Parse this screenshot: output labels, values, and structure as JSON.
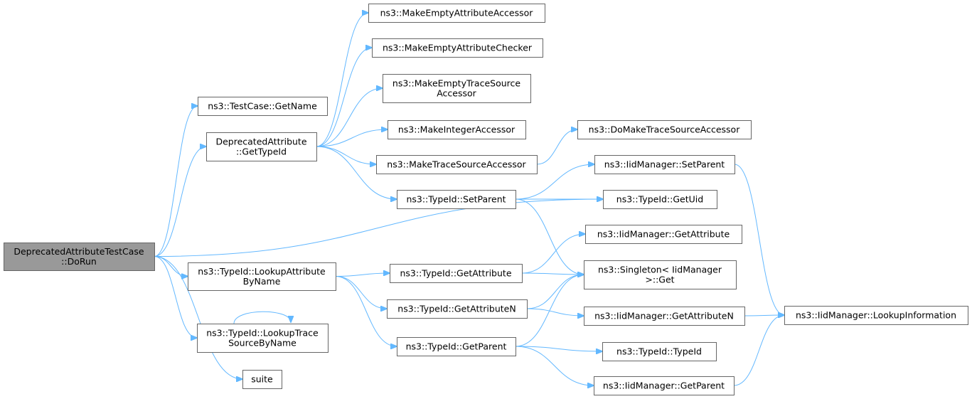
{
  "nodes": [
    {
      "id": "root",
      "lines": [
        "DeprecatedAttributeTestCase",
        "::DoRun"
      ],
      "root": true
    },
    {
      "id": "getname",
      "lines": [
        "ns3::TestCase::GetName"
      ]
    },
    {
      "id": "gettypeid",
      "lines": [
        "DeprecatedAttribute",
        "::GetTypeId"
      ]
    },
    {
      "id": "lookupattr",
      "lines": [
        "ns3::TypeId::LookupAttribute",
        "ByName"
      ]
    },
    {
      "id": "lookuptrace",
      "lines": [
        "ns3::TypeId::LookupTrace",
        "SourceByName"
      ]
    },
    {
      "id": "suite",
      "lines": [
        "suite"
      ]
    },
    {
      "id": "mkattracc",
      "lines": [
        "ns3::MakeEmptyAttributeAccessor"
      ]
    },
    {
      "id": "mkattrchk",
      "lines": [
        "ns3::MakeEmptyAttributeChecker"
      ]
    },
    {
      "id": "mktraceacc",
      "lines": [
        "ns3::MakeEmptyTraceSource",
        "Accessor"
      ]
    },
    {
      "id": "mkintacc",
      "lines": [
        "ns3::MakeIntegerAccessor"
      ]
    },
    {
      "id": "mktracesrc",
      "lines": [
        "ns3::MakeTraceSourceAccessor"
      ]
    },
    {
      "id": "setparent",
      "lines": [
        "ns3::TypeId::SetParent"
      ]
    },
    {
      "id": "getattribute",
      "lines": [
        "ns3::TypeId::GetAttribute"
      ]
    },
    {
      "id": "getattributen",
      "lines": [
        "ns3::TypeId::GetAttributeN"
      ]
    },
    {
      "id": "getparent",
      "lines": [
        "ns3::TypeId::GetParent"
      ]
    },
    {
      "id": "domktrace",
      "lines": [
        "ns3::DoMakeTraceSourceAccessor"
      ]
    },
    {
      "id": "iidsetparent",
      "lines": [
        "ns3::IidManager::SetParent"
      ]
    },
    {
      "id": "getuid",
      "lines": [
        "ns3::TypeId::GetUid"
      ]
    },
    {
      "id": "iidgetattr",
      "lines": [
        "ns3::IidManager::GetAttribute"
      ]
    },
    {
      "id": "singleton",
      "lines": [
        "ns3::Singleton< IidManager",
        ">::Get"
      ]
    },
    {
      "id": "iidgetattrn",
      "lines": [
        "ns3::IidManager::GetAttributeN"
      ]
    },
    {
      "id": "typeidctor",
      "lines": [
        "ns3::TypeId::TypeId"
      ]
    },
    {
      "id": "iidgetparent",
      "lines": [
        "ns3::IidManager::GetParent"
      ]
    },
    {
      "id": "lookupinfo",
      "lines": [
        "ns3::IidManager::LookupInformation"
      ]
    }
  ],
  "edges": [
    [
      "root",
      "getname"
    ],
    [
      "root",
      "gettypeid"
    ],
    [
      "root",
      "getuid"
    ],
    [
      "root",
      "lookupattr"
    ],
    [
      "root",
      "lookuptrace"
    ],
    [
      "root",
      "suite"
    ],
    [
      "gettypeid",
      "mkattracc"
    ],
    [
      "gettypeid",
      "mkattrchk"
    ],
    [
      "gettypeid",
      "mktraceacc"
    ],
    [
      "gettypeid",
      "mkintacc"
    ],
    [
      "gettypeid",
      "mktracesrc"
    ],
    [
      "gettypeid",
      "setparent"
    ],
    [
      "mktracesrc",
      "domktrace"
    ],
    [
      "setparent",
      "iidsetparent"
    ],
    [
      "setparent",
      "getuid"
    ],
    [
      "setparent",
      "singleton"
    ],
    [
      "iidsetparent",
      "lookupinfo"
    ],
    [
      "lookupattr",
      "getattribute"
    ],
    [
      "lookupattr",
      "getattributen"
    ],
    [
      "lookupattr",
      "getparent"
    ],
    [
      "lookuptrace",
      "lookuptrace"
    ],
    [
      "getattribute",
      "iidgetattr"
    ],
    [
      "getattribute",
      "singleton"
    ],
    [
      "getattributen",
      "singleton"
    ],
    [
      "getattributen",
      "iidgetattrn"
    ],
    [
      "iidgetattrn",
      "lookupinfo"
    ],
    [
      "getparent",
      "singleton"
    ],
    [
      "getparent",
      "typeidctor"
    ],
    [
      "getparent",
      "iidgetparent"
    ],
    [
      "iidgetparent",
      "lookupinfo"
    ]
  ]
}
